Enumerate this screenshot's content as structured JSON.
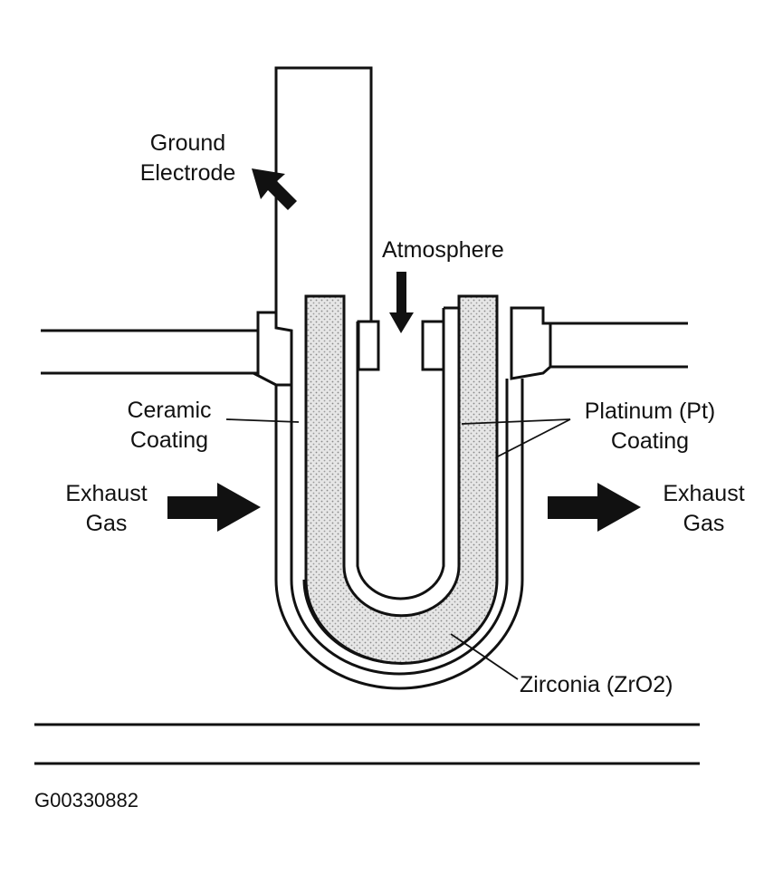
{
  "labels": {
    "ground_electrode": [
      "Ground",
      "Electrode"
    ],
    "atmosphere": "Atmosphere",
    "ceramic_coating": [
      "Ceramic",
      "Coating"
    ],
    "platinum_coating": [
      "Platinum (Pt)",
      "Coating"
    ],
    "exhaust_gas_in": [
      "Exhaust",
      "Gas"
    ],
    "exhaust_gas_out": [
      "Exhaust",
      "Gas"
    ],
    "zirconia": "Zirconia (ZrO2)"
  },
  "figure_code": "G00330882",
  "colors": {
    "line": "#111111",
    "zirconia_fill": "#d9d9d9",
    "arrow": "#111111"
  }
}
